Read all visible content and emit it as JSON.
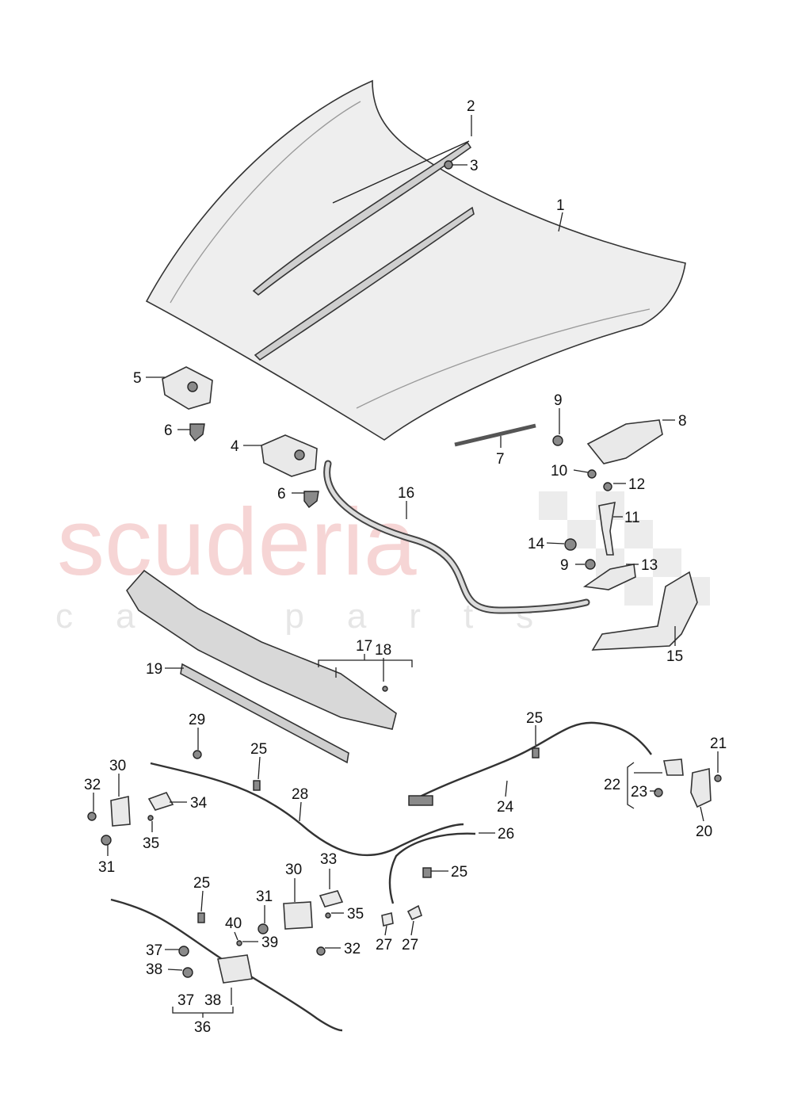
{
  "watermark": {
    "brand": "scuderia",
    "sub": "car parts"
  },
  "callouts": [
    "1",
    "2",
    "3",
    "4",
    "5",
    "6",
    "6",
    "7",
    "8",
    "9",
    "9",
    "10",
    "11",
    "12",
    "13",
    "14",
    "15",
    "16",
    "17",
    "18",
    "19",
    "20",
    "21",
    "22",
    "23",
    "24",
    "25",
    "25",
    "25",
    "25",
    "26",
    "27",
    "27",
    "28",
    "29",
    "30",
    "30",
    "31",
    "31",
    "32",
    "32",
    "33",
    "34",
    "35",
    "35",
    "36",
    "37",
    "37",
    "38",
    "38",
    "39",
    "40"
  ]
}
